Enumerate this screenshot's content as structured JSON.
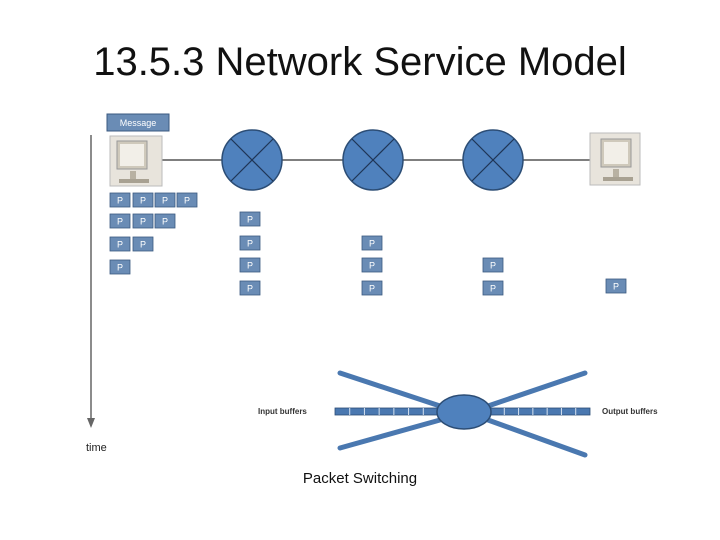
{
  "title": "13.5.3 Network Service Model",
  "message_label": "Message",
  "packet_label": "P",
  "time_label": "time",
  "input_buffers_label": "Input buffers",
  "output_buffers_label": "Output buffers",
  "caption": "Packet Switching",
  "colors": {
    "node_fill": "#4f81bd",
    "node_stroke": "#2c4d75",
    "packet_fill": "#6a8cb5",
    "packet_stroke": "#3b5a80",
    "line": "#555555",
    "buffer_line": "#4a78b0"
  }
}
